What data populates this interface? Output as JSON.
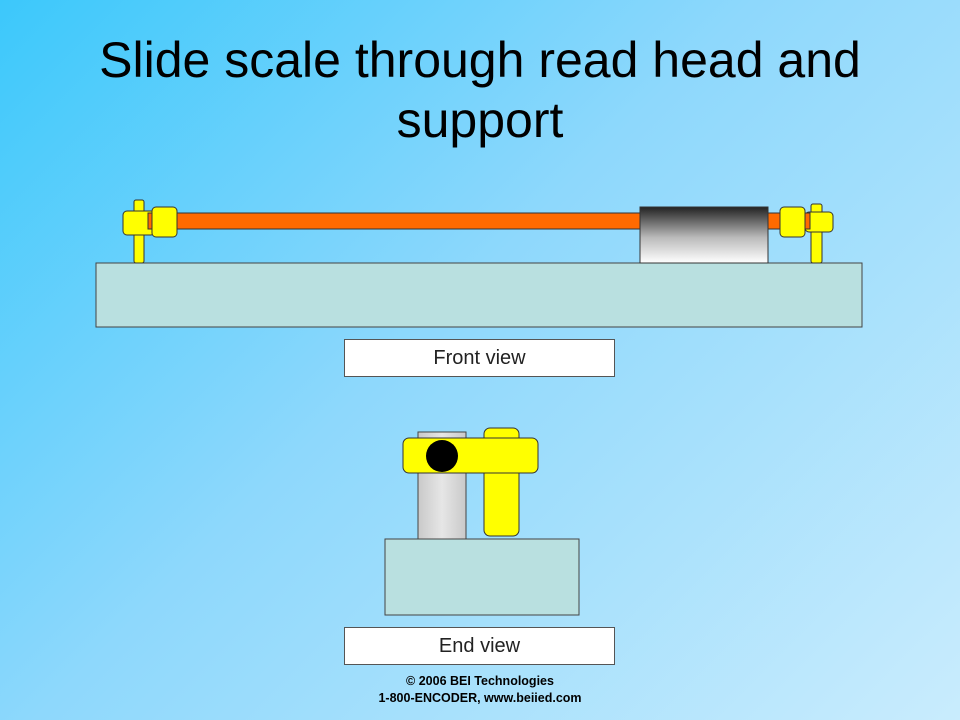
{
  "slide": {
    "title_line1": "Slide scale through read head and",
    "title_line2": "support"
  },
  "views": {
    "front_label": "Front view",
    "end_label": "End view"
  },
  "footer": {
    "line1": "© 2006 BEI Technologies",
    "line2": "1-800-ENCODER,  www.beiied.com"
  },
  "colors": {
    "base": "#b9e0e0",
    "scale": "#ff6a00",
    "clamp": "#ffff00",
    "read_head_top": "#222222",
    "read_head_bottom": "#ffffff",
    "support": "#d8d8d8"
  }
}
